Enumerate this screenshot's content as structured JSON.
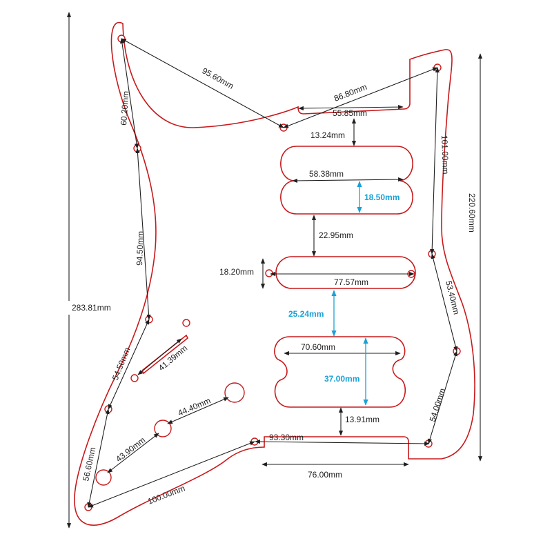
{
  "colors": {
    "outline": "#c8191b",
    "dimension": "#1f1f1f",
    "highlight_dimension": "#1aa1d6"
  },
  "dimensions": {
    "overall_height": "283.81mm",
    "right_height": "220.60mm",
    "top_left_diagonal": "95.60mm",
    "top_right_diagonal": "86.80mm",
    "top_notch_width": "55.85mm",
    "top_gap": "13.24mm",
    "neck_pickup_width": "58.38mm",
    "neck_pickup_height": "18.50mm",
    "pickup_gap": "22.95mm",
    "middle_pickup_height": "18.20mm",
    "middle_pickup_width": "77.57mm",
    "middle_bridge_gap": "25.24mm",
    "bridge_pickup_width": "70.60mm",
    "bridge_pickup_height": "37.00mm",
    "bottom_gap": "13.91mm",
    "bottom_cutout_width": "93.30mm",
    "bottom_notch_width": "76.00mm",
    "left_upper_edge": "60.20mm",
    "left_middle_edge": "94.50mm",
    "left_lower_edge": "54.50mm",
    "switch_slot": "41.39mm",
    "knob_spacing_1": "44.40mm",
    "knob_spacing_2": "43.90mm",
    "left_bottom_edge": "56.60mm",
    "bottom_diagonal": "100.00mm",
    "right_upper_edge": "101.00mm",
    "right_middle_edge": "53.40mm",
    "right_lower_edge": "54.00mm"
  }
}
